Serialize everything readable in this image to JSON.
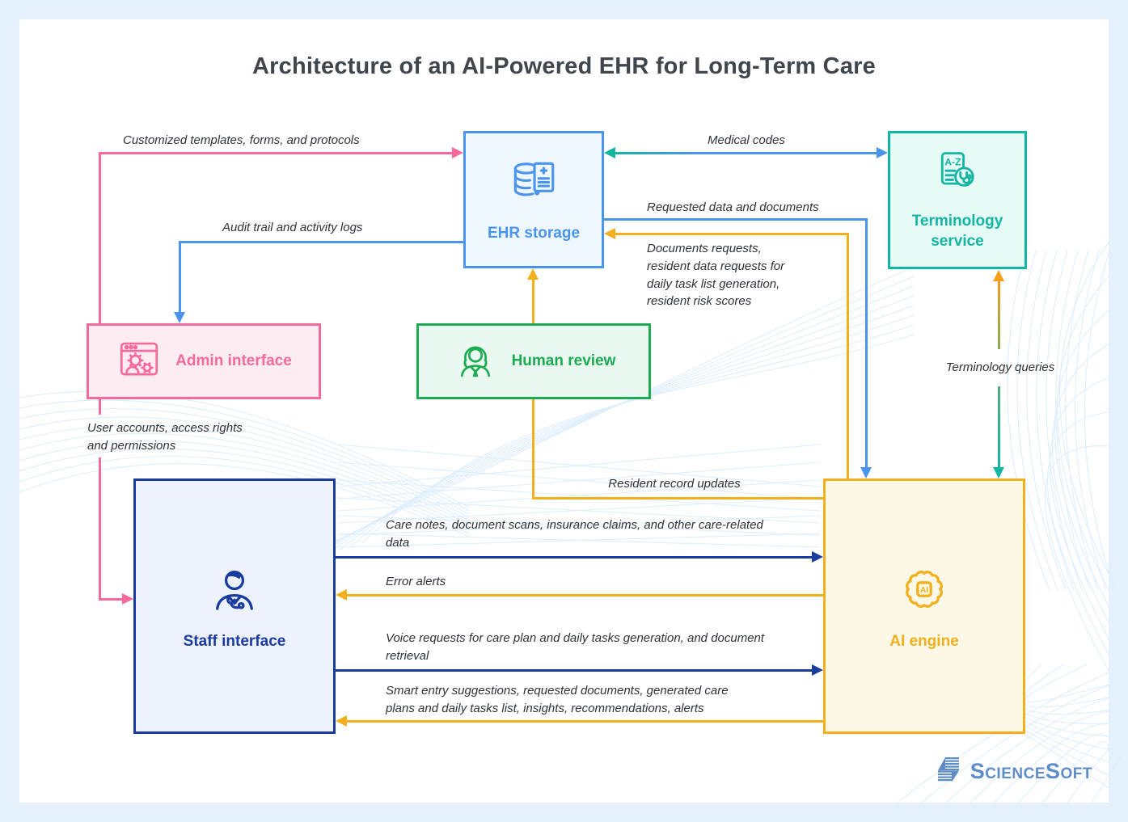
{
  "title": "Architecture of an AI-Powered EHR for Long-Term Care",
  "nodes": {
    "ehr_storage": {
      "label": "EHR storage"
    },
    "terminology_service": {
      "label": "Terminology service"
    },
    "admin_interface": {
      "label": "Admin interface"
    },
    "human_review": {
      "label": "Human review"
    },
    "staff_interface": {
      "label": "Staff interface"
    },
    "ai_engine": {
      "label": "AI engine"
    }
  },
  "edges": {
    "customized_templates": {
      "label": "Customized templates, forms, and protocols",
      "from": "admin_interface",
      "to": "ehr_storage"
    },
    "audit_trail": {
      "label": "Audit trail and activity logs",
      "from": "ehr_storage",
      "to": "admin_interface"
    },
    "medical_codes": {
      "label": "Medical codes",
      "from": "ehr_storage",
      "to": "terminology_service"
    },
    "requested_data": {
      "label": "Requested data and documents",
      "from": "ehr_storage",
      "to": "ai_engine"
    },
    "documents_requests": {
      "label": "Documents requests,\nresident data requests for\ndaily task list generation,\nresident risk scores",
      "from": "ai_engine",
      "to": "ehr_storage"
    },
    "user_accounts": {
      "label": "User accounts, access rights\nand permissions",
      "from": "admin_interface",
      "to": "staff_interface"
    },
    "resident_record_updates": {
      "label": "Resident record updates",
      "from": "ai_engine",
      "to": "ehr_storage"
    },
    "care_notes": {
      "label": "Care notes, document scans, insurance claims, and other care-related\ndata",
      "from": "staff_interface",
      "to": "ai_engine"
    },
    "error_alerts": {
      "label": "Error alerts",
      "from": "ai_engine",
      "to": "staff_interface"
    },
    "voice_requests": {
      "label": "Voice requests for care plan and daily tasks generation, and document\nretrieval",
      "from": "staff_interface",
      "to": "ai_engine"
    },
    "smart_entry": {
      "label": "Smart entry suggestions, requested documents, generated care\nplans and daily tasks list, insights, recommendations, alerts",
      "from": "ai_engine",
      "to": "staff_interface"
    },
    "terminology_queries": {
      "label": "Terminology queries",
      "from": "ai_engine",
      "to": "terminology_service"
    }
  },
  "footer": {
    "logo_text": "ScienceSoft"
  },
  "colors": {
    "pink": "#f5699c",
    "blue": "#4a94ee",
    "navy": "#1a3c9e",
    "yellow": "#f2b01c",
    "teal": "#13b6a2",
    "green": "#1cab53",
    "orange": "#f59e16",
    "pink-bg": "#fdedf3",
    "blue-bg": "#eef6fe",
    "navy-bg": "#edf2fc",
    "teal-bg": "#e6faf6",
    "green-bg": "#e9f9ef",
    "amber-bg": "#fdf7e8",
    "ink": "#2e3238",
    "title-ink": "#41464c",
    "logo-blue": "#5d8cc9",
    "frame": "#e4f1fd"
  }
}
